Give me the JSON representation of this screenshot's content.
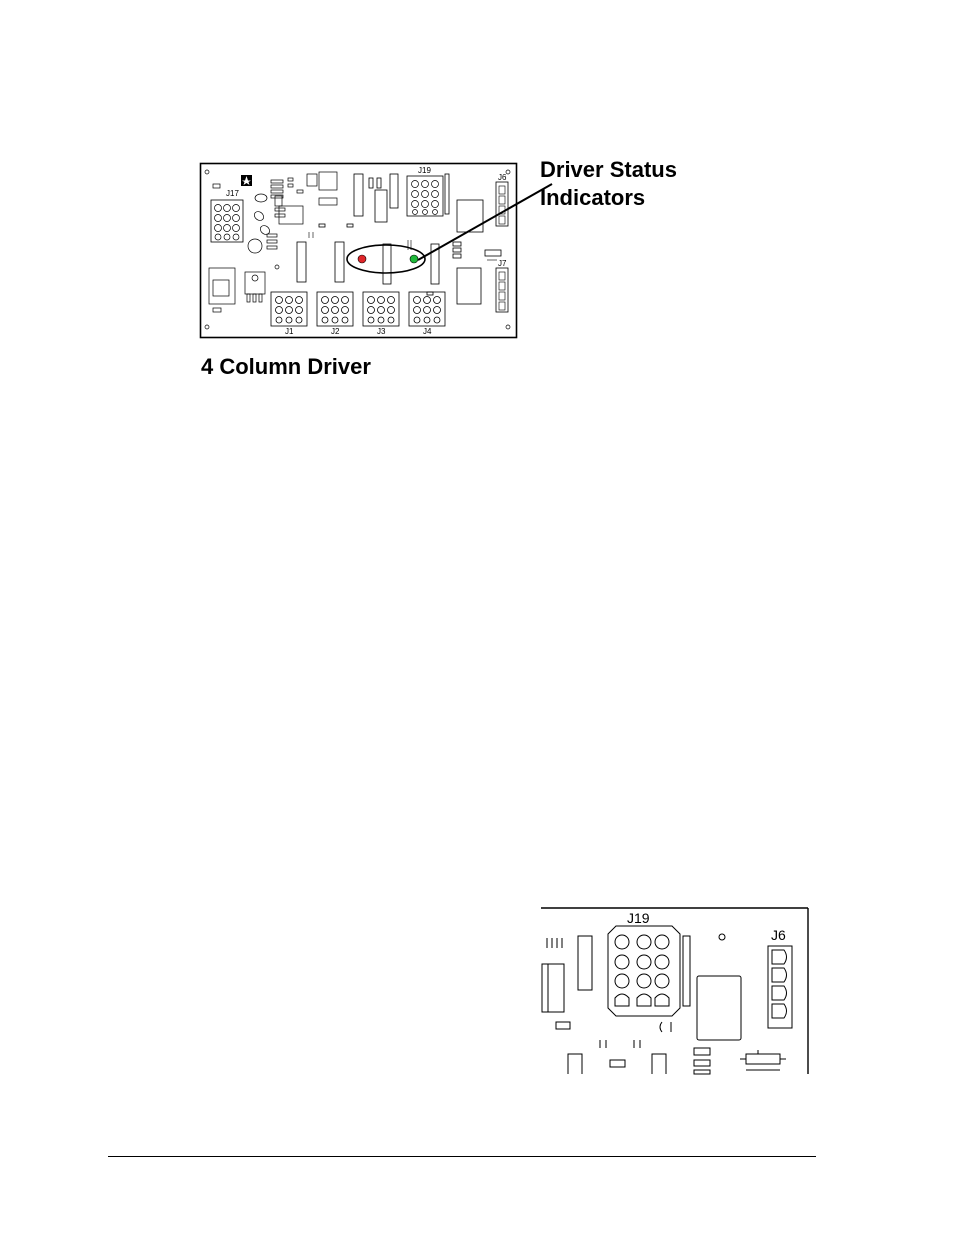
{
  "figure_top": {
    "callout_line1": "Driver Status",
    "callout_line2": "Indicators",
    "caption": "4 Column Driver",
    "connector_labels": {
      "j17": "J17",
      "j19": "J19",
      "j6": "J6",
      "j7": "J7",
      "j1": "J1",
      "j2": "J2",
      "j3": "J3",
      "j4": "J4"
    },
    "led_colors": {
      "red": "#e0262a",
      "green": "#1fb83a"
    }
  },
  "figure_bottom": {
    "connector_labels": {
      "j19": "J19",
      "j6": "J6"
    }
  }
}
